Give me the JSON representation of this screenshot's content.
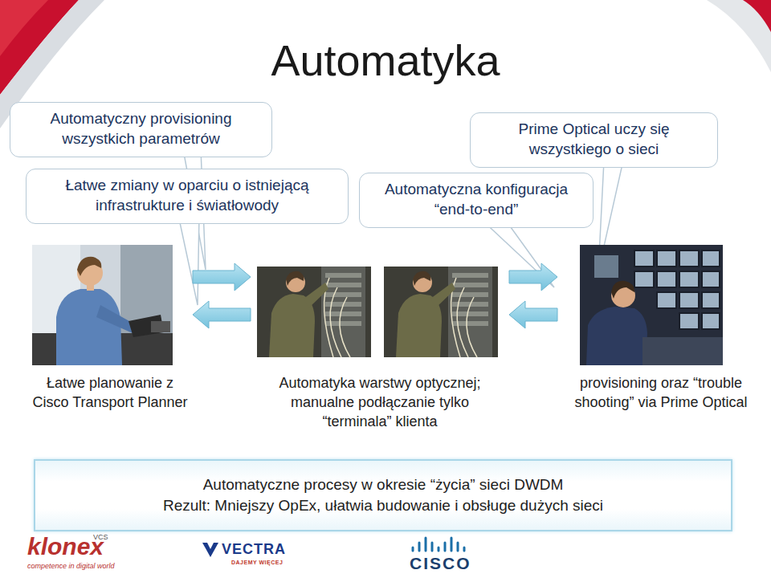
{
  "diagram": {
    "title": "Automatyka",
    "nodes": [
      {
        "text": [
          "Automatyczny provisioning wszystkich parametrów"
        ]
      },
      {
        "text": [
          "Prime Optical uczy się wszystkiego o sieci"
        ]
      },
      {
        "text": [
          "Łatwe zmiany w oparciu o istniejącą infrastrukture i światłowody"
        ]
      },
      {
        "text": [
          "Automatyczna konfiguracja “end-to-end”"
        ]
      },
      {
        "text": [
          "Łatwe planowanie z Cisco Transport Planner"
        ]
      },
      {
        "text": [
          "Automatyka warstwy optycznej; manualne podłączanie tylko “terminala” klienta"
        ]
      },
      {
        "text": [
          "provisioning oraz “trouble shooting” via Prime Optical"
        ]
      },
      {
        "text": [
          "Automatyczne procesy w okresie “życia” sieci DWDM",
          "Rezult: Mniejszy OpEx, ułatwia budowanie i obsługe dużych sieci"
        ]
      }
    ],
    "edges": [
      {
        "from": 4,
        "to": 5,
        "arrow": "to"
      },
      {
        "from": 5,
        "to": 4,
        "arrow": "to"
      },
      {
        "from": 5,
        "to": 6,
        "arrow": "to"
      },
      {
        "from": 6,
        "to": 5,
        "arrow": "to"
      }
    ],
    "labels": [
      "klonex",
      "VCS",
      "competence in digital world",
      "VECTRA",
      "DAJEMY WIĘCEJ",
      "CISCO"
    ]
  }
}
